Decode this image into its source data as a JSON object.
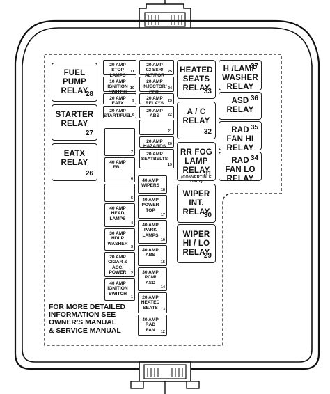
{
  "relays": [
    {
      "id": "fuel-pump-relay",
      "label": "FUEL\nPUMP\nRELAY",
      "number": "28"
    },
    {
      "id": "starter-relay",
      "label": "STARTER\nRELAY",
      "number": "27"
    },
    {
      "id": "eatx-relay",
      "label": "EATX\nRELAY",
      "number": "26"
    },
    {
      "id": "heated-seats-relay",
      "label": "HEATED\nSEATS\nRELAY",
      "number": "33"
    },
    {
      "id": "ac-relay",
      "label": "A / C\nRELAY",
      "number": "32"
    },
    {
      "id": "rr-fog-lamp-relay",
      "label": "RR FOG\nLAMP\nRELAY",
      "sub": "(CONVERTIBLE\nONLY)",
      "number": "31"
    },
    {
      "id": "wiper-int-relay",
      "label": "WIPER\nINT.\nRELAY",
      "number": "30"
    },
    {
      "id": "wiper-hi-lo-relay",
      "label": "WIPER\nHI / LO\nRELAY",
      "number": "29"
    },
    {
      "id": "h-lamp-washer-relay",
      "label": "H /LAMP\nWASHER\nRELAY",
      "number": "37"
    },
    {
      "id": "asd-relay",
      "label": "ASD\nRELAY",
      "number": "36"
    },
    {
      "id": "rad-fan-hi-relay",
      "label": "RAD\nFAN HI\nRELAY",
      "number": "35"
    },
    {
      "id": "rad-fan-lo-relay",
      "label": "RAD\nFAN LO\nRELAY",
      "number": "34"
    }
  ],
  "fuses": [
    {
      "id": "fuse-11",
      "label": "20 AMP\nSTOP\nLAMPS",
      "number": "11"
    },
    {
      "id": "fuse-10",
      "label": "10 AMP\nIGNITION\nSWITCH",
      "number": "10"
    },
    {
      "id": "fuse-9",
      "label": "20 AMP\nEATX",
      "number": "9"
    },
    {
      "id": "fuse-8",
      "label": "20 AMP\nSTART/FUEL",
      "number": "8"
    },
    {
      "id": "fuse-25",
      "label": "20 AMP\n02 SSR/\nALT/FOR",
      "number": "25"
    },
    {
      "id": "fuse-24",
      "label": "20 AMP\nINJECTOR/\nCOIL",
      "number": "24"
    },
    {
      "id": "fuse-23",
      "label": "20 AMP\nRELAYS",
      "number": "23"
    },
    {
      "id": "fuse-22",
      "label": "20 AMP\nABS",
      "number": "22"
    },
    {
      "id": "fuse-21",
      "label": "",
      "number": "21"
    },
    {
      "id": "fuse-20",
      "label": "20 AMP\nHAZARDS",
      "number": "20"
    },
    {
      "id": "fuse-19",
      "label": "20 AMP\nSEATBELTS",
      "number": "19"
    },
    {
      "id": "fuse-7",
      "label": "",
      "number": "7"
    },
    {
      "id": "fuse-6",
      "label": "40 AMP\nEBL",
      "number": "6"
    },
    {
      "id": "fuse-5",
      "label": "",
      "number": "5"
    },
    {
      "id": "fuse-4",
      "label": "40 AMP\nHEAD\nLAMPS",
      "number": "4"
    },
    {
      "id": "fuse-3",
      "label": "30 AMP\nHDLP\nWASHER",
      "number": "3"
    },
    {
      "id": "fuse-2",
      "label": "20 AMP\nCIGAR &\nACC.\nPOWER",
      "number": "2"
    },
    {
      "id": "fuse-1",
      "label": "40 AMP\nIGNITION\nSWITCH",
      "number": "1"
    },
    {
      "id": "fuse-18",
      "label": "40 AMP\nWIPERS",
      "number": "18"
    },
    {
      "id": "fuse-17",
      "label": "40 AMP\nPOWER\nTOP",
      "number": "17"
    },
    {
      "id": "fuse-16",
      "label": "40 AMP\nPARK\nLAMPS",
      "number": "16"
    },
    {
      "id": "fuse-15",
      "label": "40 AMP\nABS",
      "number": "15"
    },
    {
      "id": "fuse-14",
      "label": "30 AMP\nPCM/\nASD",
      "number": "14"
    },
    {
      "id": "fuse-13",
      "label": "20 AMP\nHEATED\nSEATS",
      "number": "13"
    },
    {
      "id": "fuse-12",
      "label": "40 AMP\nRAD\nFAN",
      "number": "12"
    }
  ],
  "note": "FOR MORE DETAILED\nINFORMATION SEE\nOWNER'S MANUAL\n& SERVICE MANUAL"
}
